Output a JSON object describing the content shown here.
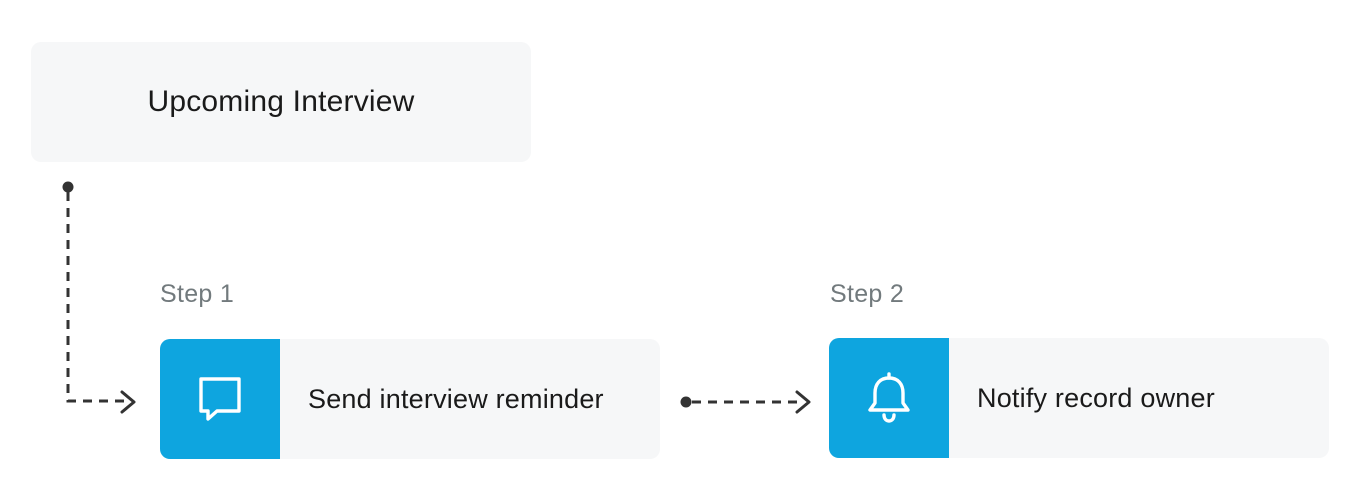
{
  "trigger": {
    "title": "Upcoming Interview"
  },
  "steps": [
    {
      "label": "Step 1",
      "action": "Send interview reminder",
      "icon": "chat-bubble-icon"
    },
    {
      "label": "Step 2",
      "action": "Notify record owner",
      "icon": "bell-icon"
    }
  ],
  "colors": {
    "accent": "#0ea5df",
    "card_background": "#f6f7f8",
    "connector": "#333333",
    "step_label": "#727a7d"
  }
}
